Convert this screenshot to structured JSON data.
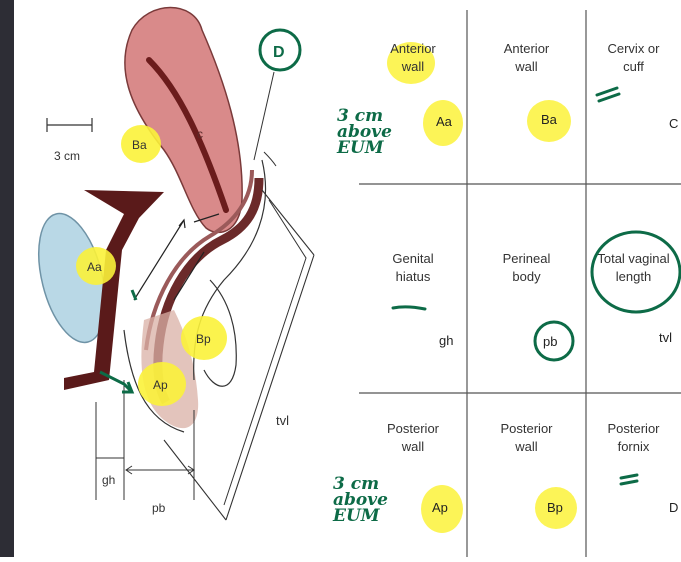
{
  "diagram": {
    "labels": {
      "scale": "3 cm",
      "ba": "Ba",
      "aa": "Aa",
      "bp": "Bp",
      "ap": "Ap",
      "c": "c",
      "d": "D",
      "tvl": "tvl",
      "gh": "gh",
      "pb": "pb"
    }
  },
  "grid": {
    "cells": [
      {
        "label": "Anterior\nwall",
        "code": "Aa"
      },
      {
        "label": "Anterior\nwall",
        "code": "Ba"
      },
      {
        "label": "Cervix or\ncuff",
        "code": "C"
      },
      {
        "label": "Genital\nhiatus",
        "code": "gh"
      },
      {
        "label": "Perineal\nbody",
        "code": "pb"
      },
      {
        "label": "Total vaginal\nlength",
        "code": "tvl"
      },
      {
        "label": "Posterior\nwall",
        "code": "Ap"
      },
      {
        "label": "Posterior\nwall",
        "code": "Bp"
      },
      {
        "label": "Posterior\nfornix",
        "code": "D"
      }
    ]
  },
  "annotations": {
    "note_top": "3 cm\nabove\nEUM",
    "note_bottom": "3 cm\nabove\nEUM"
  },
  "colors": {
    "ink": "#0d6b47",
    "highlight": "#fbf23a",
    "uterus": "#d98a8a",
    "bladder": "#b9d8e6",
    "pubic_bone": "#5a1a1a"
  }
}
